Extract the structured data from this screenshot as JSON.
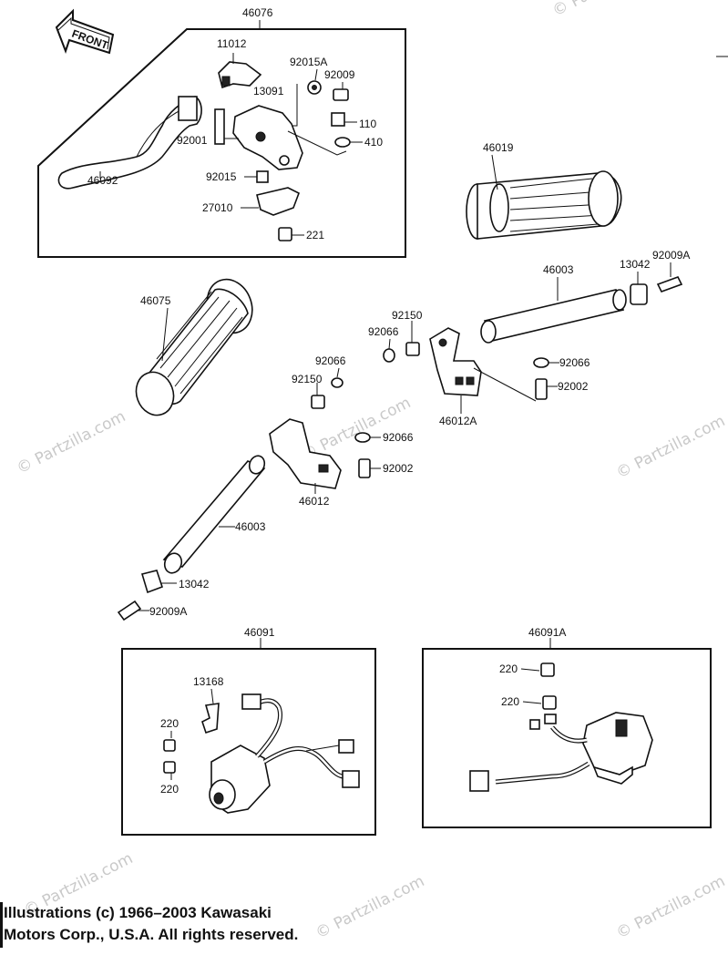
{
  "front_label": "FRONT",
  "watermark": "© Partzilla.com",
  "labels": {
    "p46076": "46076",
    "p11012": "11012",
    "p92015A": "92015A",
    "p92009": "92009",
    "p13091": "13091",
    "p110": "110",
    "p410": "410",
    "p92001": "92001",
    "p92015": "92015",
    "p27010": "27010",
    "p221": "221",
    "p46092": "46092",
    "p46019": "46019",
    "p92009A_r": "92009A",
    "p13042_r": "13042",
    "p46003_r": "46003",
    "p46075": "46075",
    "p92150_r": "92150",
    "p92066_r1": "92066",
    "p92066_r2": "92066",
    "p92002_r": "92002",
    "p46012A": "46012A",
    "p92066_l1": "92066",
    "p92150_l": "92150",
    "p92066_l2": "92066",
    "p92002_l": "92002",
    "p46012": "46012",
    "p46003_l": "46003",
    "p13042_l": "13042",
    "p92009A_l": "92009A",
    "p46091": "46091",
    "p13168": "13168",
    "p220_a": "220",
    "p220_b": "220",
    "p46091A": "46091A",
    "p220_c": "220",
    "p220_d": "220"
  },
  "copyright": {
    "line1": "Illustrations (c) 1966–2003 Kawasaki",
    "line2": "Motors Corp., U.S.A.  All rights reserved."
  }
}
